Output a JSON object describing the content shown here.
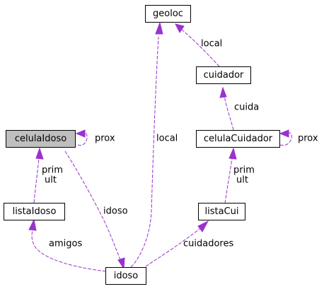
{
  "colors": {
    "edge": "#9a32cd",
    "node_highlight": "#bfbfbf",
    "node_border": "#000000",
    "background": "#ffffff"
  },
  "nodes": {
    "geoloc": "geoloc",
    "cuidador": "cuidador",
    "celulaIdoso": "celulaIdoso",
    "celulaCuidador": "celulaCuidador",
    "listaIdoso": "listaIdoso",
    "listaCui": "listaCui",
    "idoso": "idoso"
  },
  "edge_labels": {
    "geoloc_cuidador": "local",
    "cuidador_celulaCuidador": "cuida",
    "celulaIdoso_self": "prox",
    "celulaCuidador_self": "prox",
    "geoloc_idoso": "local",
    "celulaIdoso_listaIdoso_prim": "prim",
    "celulaIdoso_listaIdoso_ult": "ult",
    "celulaCuidador_listaCui_prim": "prim",
    "celulaCuidador_listaCui_ult": "ult",
    "celulaIdoso_idoso": "idoso",
    "listaIdoso_idoso": "amigos",
    "listaCui_idoso": "cuidadores"
  }
}
